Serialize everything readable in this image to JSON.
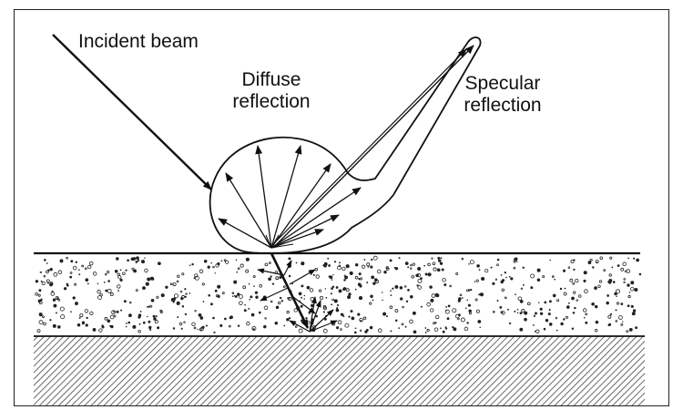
{
  "diagram": {
    "labels": {
      "incident": "Incident beam",
      "diffuse_line1": "Diffuse",
      "diffuse_line2": "reflection",
      "specular_line1": "Specular",
      "specular_line2": "reflection"
    },
    "colors": {
      "ink": "#111111",
      "background": "#ffffff"
    }
  }
}
